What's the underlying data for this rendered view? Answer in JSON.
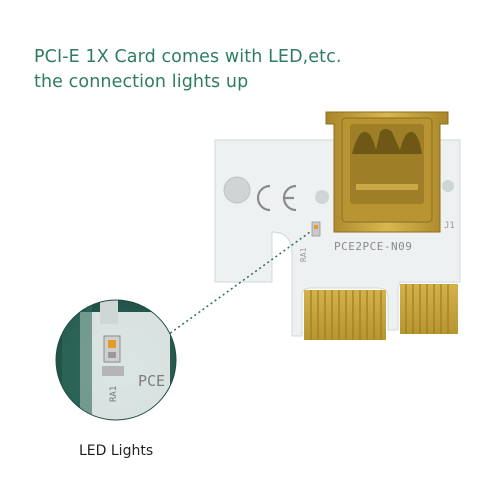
{
  "headline": {
    "line1": "PCI-E 1X Card comes with LED,etc.",
    "line2": "the connection lights up"
  },
  "board": {
    "model": "PCE2PCE-N09",
    "resistor_label": "RA1",
    "connector_ref": "J1",
    "mark": "CE",
    "zoom_model_fragment": "PCE",
    "zoom_resistor_label": "RA1"
  },
  "caption": "LED Lights",
  "colors": {
    "headline": "#2e7d5e",
    "board": "#eef1f1",
    "gold": "#c8a53a",
    "zoom_background": "#2f6a5c",
    "dotted_line": "#2e6b5f"
  },
  "icons": [
    "usb-port-icon",
    "ce-mark-icon",
    "led-icon"
  ]
}
